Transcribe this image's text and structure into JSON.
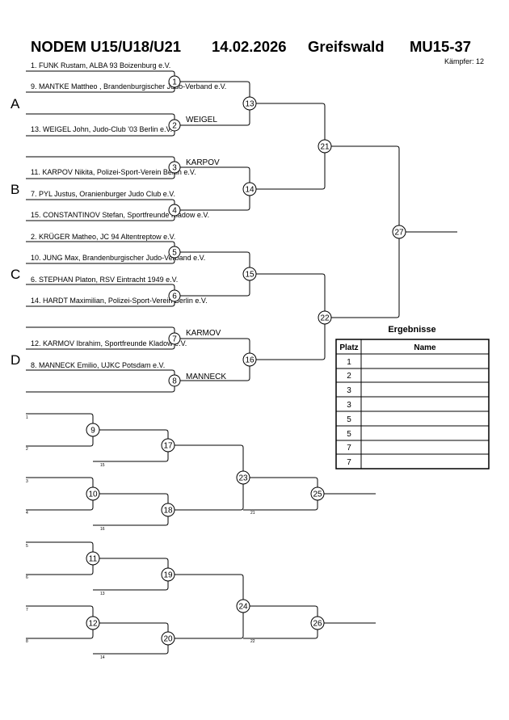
{
  "header": {
    "event": "NODEM U15/U18/U21",
    "date": "14.02.2026",
    "location": "Greifswald",
    "category": "MU15-37",
    "fighters_count": "Kämpfer: 12"
  },
  "pools": [
    {
      "label": "A",
      "entries": [
        "1. FUNK Rustam, ALBA 93 Boizenburg e.V.",
        "9. MANTKE Mattheo , Brandenburgischer Judo-Verband e.V.",
        "13. WEIGEL John, Judo-Club '03 Berlin e.V."
      ]
    },
    {
      "label": "B",
      "entries": [
        "11. KARPOV Nikita, Polizei-Sport-Verein Berlin e.V.",
        "7. PYL Justus, Oranienburger Judo Club e.V.",
        "15. CONSTANTINOV Stefan, Sportfreunde Kladow e.V."
      ]
    },
    {
      "label": "C",
      "entries": [
        "2. KRÜGER Matheo, JC 94 Altentreptow e.V.",
        "10. JUNG Max, Brandenburgischer Judo-Verband e.V.",
        "6. STEPHAN Platon, RSV Eintracht 1949 e.V.",
        "14. HARDT Maximilian, Polizei-Sport-Verein Berlin e.V."
      ]
    },
    {
      "label": "D",
      "entries": [
        "12. KARMOV Ibrahim, Sportfreunde Kladow e.V.",
        "8. MANNECK Emilio, UJKC Potsdam e.V."
      ]
    }
  ],
  "winners": {
    "fight_2": "WEIGEL",
    "fight_3": "KARPOV",
    "fight_7": "KARMOV",
    "fight_8": "MANNECK"
  },
  "fight_numbers": {
    "f1": "1",
    "f2": "2",
    "f3": "3",
    "f4": "4",
    "f5": "5",
    "f6": "6",
    "f7": "7",
    "f8": "8",
    "f13": "13",
    "f14": "14",
    "f15": "15",
    "f16": "16",
    "f21": "21",
    "f22": "22",
    "f27": "27",
    "f9": "9",
    "f10": "10",
    "f11": "11",
    "f12": "12",
    "f17": "17",
    "f18": "18",
    "f19": "19",
    "f20": "20",
    "f23": "23",
    "f24": "24",
    "f25": "25",
    "f26": "26"
  },
  "repechage_labels": {
    "r1": "1",
    "r2": "2",
    "r15": "15",
    "r3": "3",
    "r4": "4",
    "r16": "16",
    "r21": "21",
    "r5": "5",
    "r6": "6",
    "r13": "13",
    "r7": "7",
    "r8": "8",
    "r14": "14",
    "r22": "22"
  },
  "results": {
    "title": "Ergebnisse",
    "col_place": "Platz",
    "col_name": "Name",
    "rows": [
      {
        "place": "1",
        "name": ""
      },
      {
        "place": "2",
        "name": ""
      },
      {
        "place": "3",
        "name": ""
      },
      {
        "place": "3",
        "name": ""
      },
      {
        "place": "5",
        "name": ""
      },
      {
        "place": "5",
        "name": ""
      },
      {
        "place": "7",
        "name": ""
      },
      {
        "place": "7",
        "name": ""
      }
    ]
  }
}
